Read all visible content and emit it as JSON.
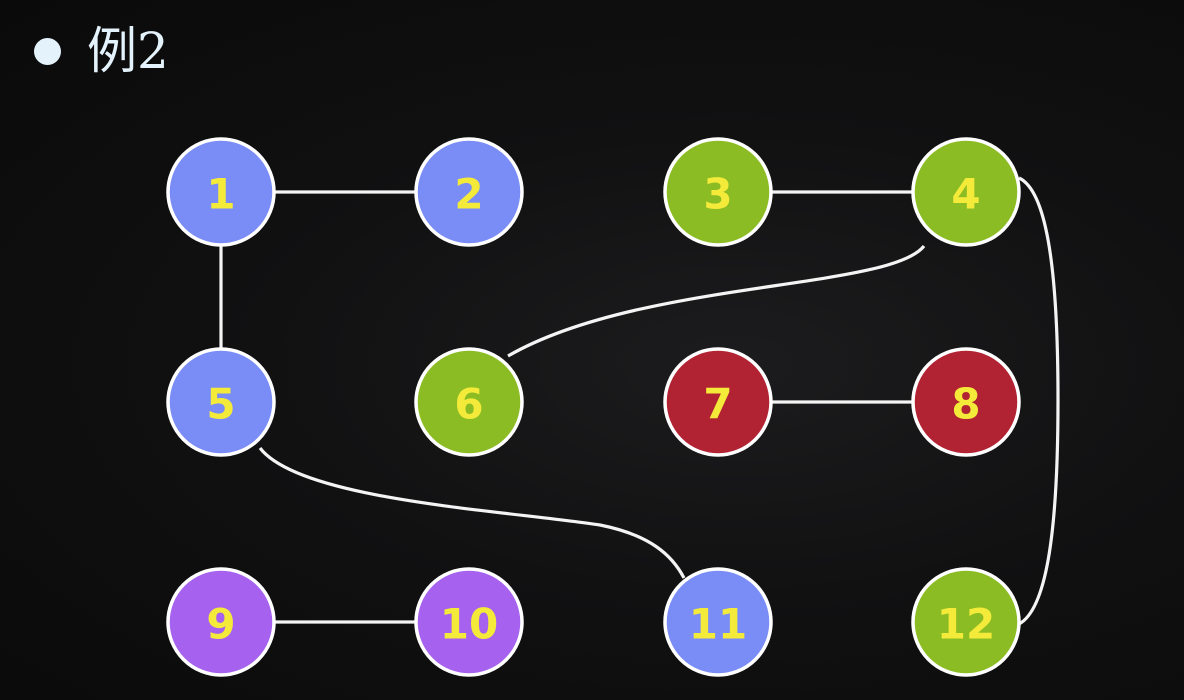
{
  "title": "例2",
  "colors": {
    "background": "#0b0b0c",
    "edge": "#f4f4f4",
    "label": "#f3ea3a",
    "blue": "#7a8cf6",
    "green": "#8cbc24",
    "red": "#b12233",
    "purple": "#a662ee"
  },
  "nodes": [
    {
      "id": 1,
      "label": "1",
      "color": "blue"
    },
    {
      "id": 2,
      "label": "2",
      "color": "blue"
    },
    {
      "id": 3,
      "label": "3",
      "color": "green"
    },
    {
      "id": 4,
      "label": "4",
      "color": "green"
    },
    {
      "id": 5,
      "label": "5",
      "color": "blue"
    },
    {
      "id": 6,
      "label": "6",
      "color": "green"
    },
    {
      "id": 7,
      "label": "7",
      "color": "red"
    },
    {
      "id": 8,
      "label": "8",
      "color": "red"
    },
    {
      "id": 9,
      "label": "9",
      "color": "purple"
    },
    {
      "id": 10,
      "label": "10",
      "color": "purple"
    },
    {
      "id": 11,
      "label": "11",
      "color": "blue"
    },
    {
      "id": 12,
      "label": "12",
      "color": "green"
    }
  ],
  "edges": [
    {
      "from": 1,
      "to": 2
    },
    {
      "from": 3,
      "to": 4
    },
    {
      "from": 1,
      "to": 5
    },
    {
      "from": 4,
      "to": 6
    },
    {
      "from": 7,
      "to": 8
    },
    {
      "from": 5,
      "to": 11
    },
    {
      "from": 4,
      "to": 12
    },
    {
      "from": 9,
      "to": 10
    }
  ]
}
